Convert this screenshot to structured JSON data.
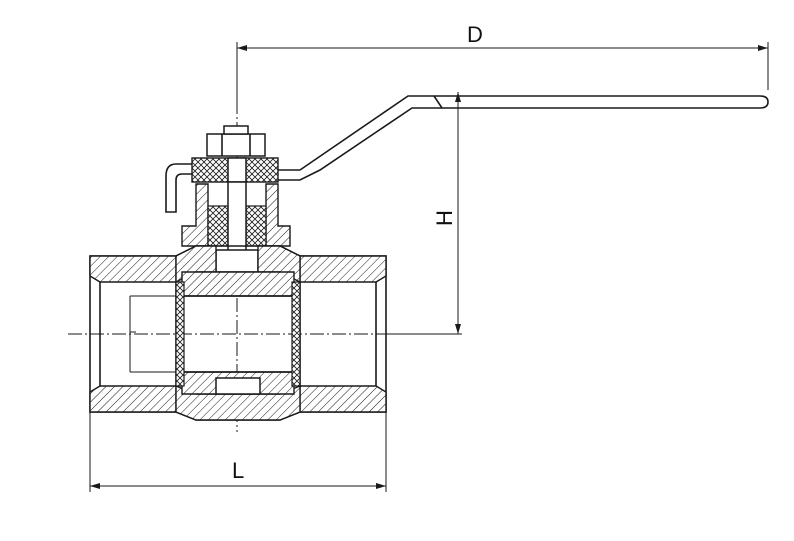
{
  "dimensions": {
    "length_label": "L",
    "height_label": "H",
    "diameter_label": "D"
  },
  "colors": {
    "line": "#1a1a1a",
    "background": "#ffffff"
  }
}
